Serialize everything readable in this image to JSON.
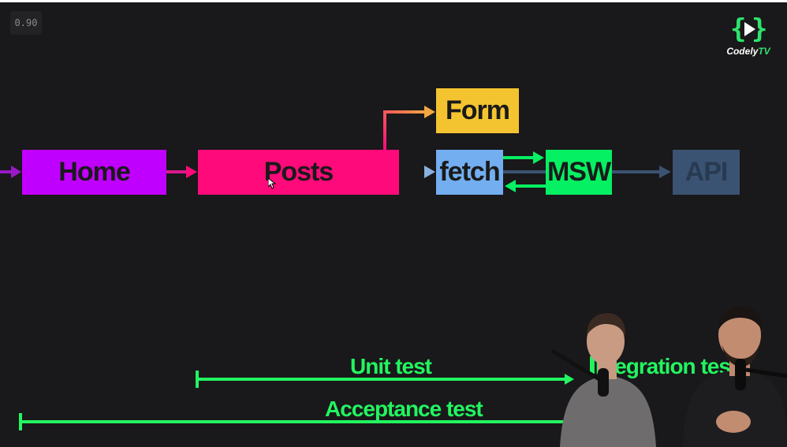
{
  "zoom": {
    "value": "0.90"
  },
  "logo": {
    "brand": "Codely",
    "suffix": "TV"
  },
  "diagram": {
    "nodes": {
      "home": "Home",
      "posts": "Posts",
      "form": "Form",
      "fetch": "fetch",
      "msw": "MSW",
      "api": "API"
    },
    "colors": {
      "home": "#c000ff",
      "posts": "#ff0a7a",
      "form": "#f4c430",
      "fetch": "#72aef0",
      "msw": "#05f062",
      "api": "#3b5372",
      "test_lines": "#22f560"
    }
  },
  "tests": {
    "unit": "Unit test",
    "integration": "Integration test",
    "acceptance": "Acceptance test"
  }
}
